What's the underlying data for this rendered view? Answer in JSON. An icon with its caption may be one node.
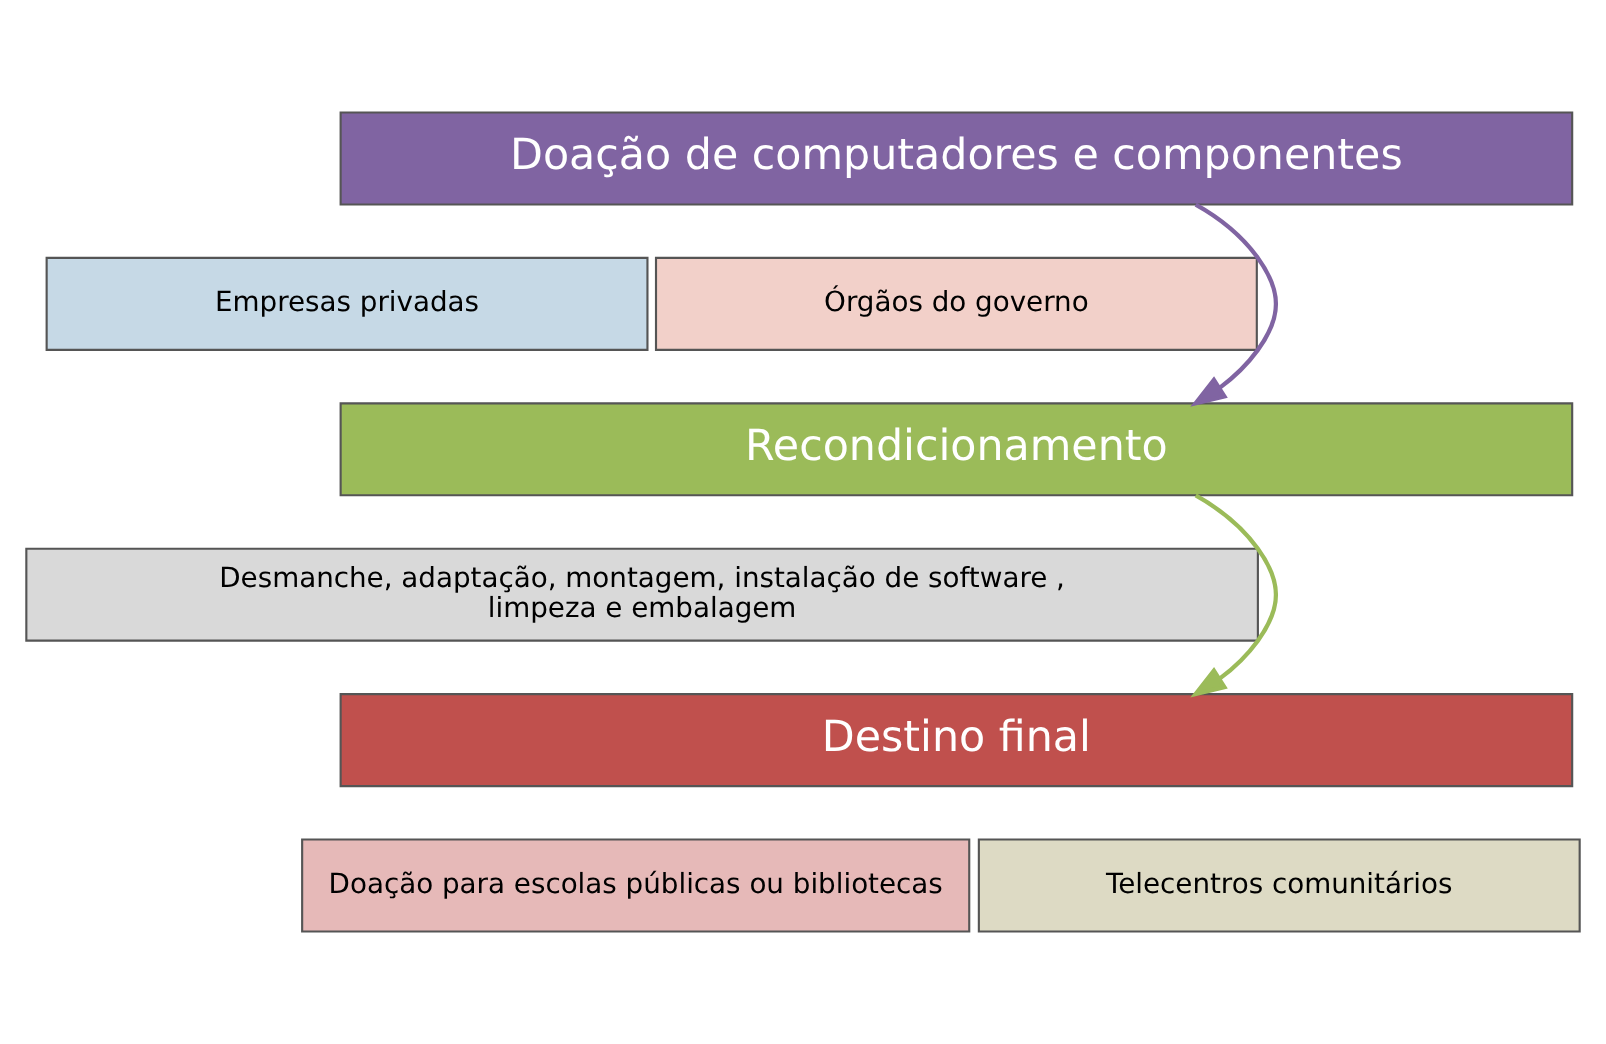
{
  "diagram": {
    "nodes": [
      {
        "text": [
          "Doação de computadores e componentes"
        ]
      },
      {
        "text": [
          "Empresas privadas"
        ]
      },
      {
        "text": [
          "Órgãos do governo"
        ]
      },
      {
        "text": [
          "Recondicionamento"
        ]
      },
      {
        "text": [
          "Desmanche, adaptação, montagem, instalação de software , limpeza e embalagem"
        ]
      },
      {
        "text": [
          "Destino final"
        ]
      },
      {
        "text": [
          "Doação para escolas públicas ou bibliotecas"
        ]
      },
      {
        "text": [
          "Telecentros comunitários"
        ]
      }
    ],
    "edges": [
      {
        "from": 0,
        "to": 3,
        "arrow": "to",
        "color": "#8064a2"
      },
      {
        "from": 3,
        "to": 5,
        "arrow": "to",
        "color": "#9bbb59"
      }
    ]
  }
}
